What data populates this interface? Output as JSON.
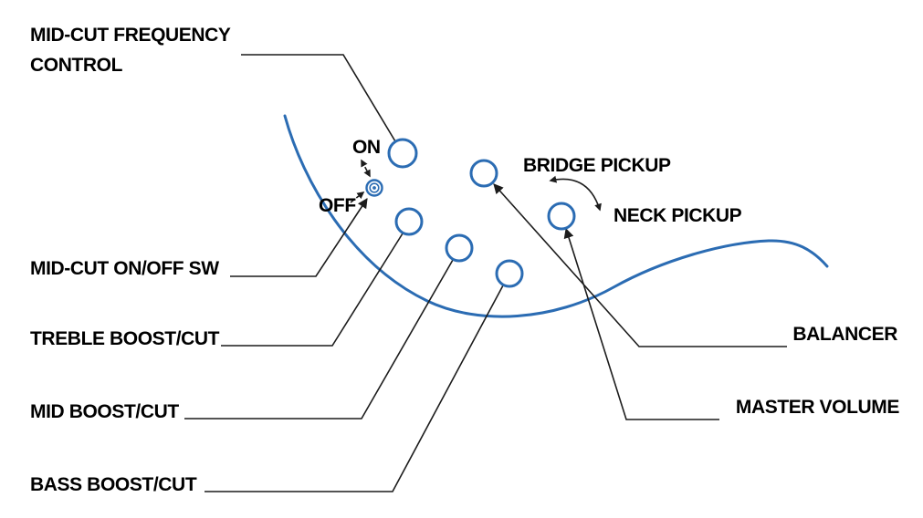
{
  "diagram": {
    "labels": {
      "mid_cut_frequency_line1": "MID-CUT FREQUENCY",
      "mid_cut_frequency_line2": "CONTROL",
      "switch_on": "ON",
      "switch_off": "OFF",
      "mid_cut_on_off_sw": "MID-CUT ON/OFF SW",
      "treble_boost_cut": "TREBLE BOOST/CUT",
      "mid_boost_cut": "MID BOOST/CUT",
      "bass_boost_cut": "BASS BOOST/CUT",
      "bridge_pickup": "BRIDGE PICKUP",
      "neck_pickup": "NECK PICKUP",
      "balancer": "BALANCER",
      "master_volume": "MASTER VOLUME"
    },
    "controls": [
      "mid-cut-frequency-knob",
      "mid-cut-on-off-switch",
      "treble-boost-cut-knob",
      "mid-boost-cut-knob",
      "bass-boost-cut-knob",
      "balancer-knob",
      "master-volume-knob"
    ],
    "colors": {
      "accent_blue": "#2b6cb3",
      "line_black": "#1c1c1c",
      "background": "#ffffff"
    }
  }
}
